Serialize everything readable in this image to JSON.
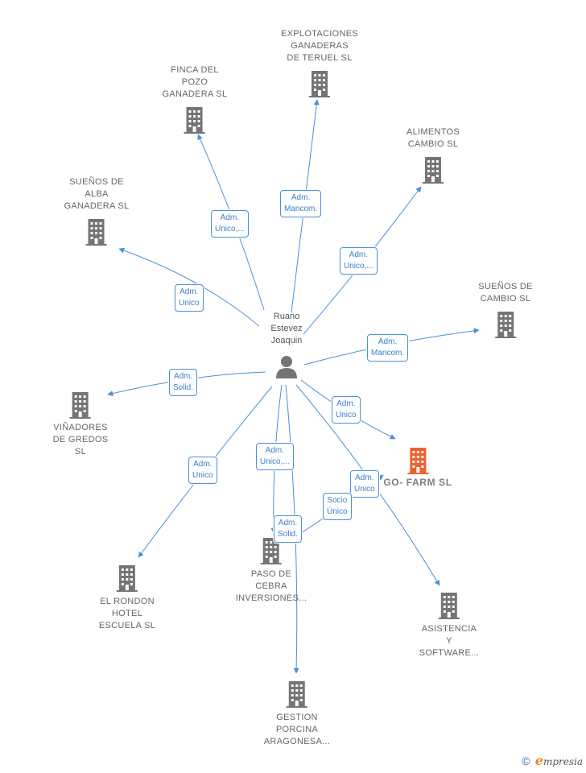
{
  "center": {
    "label": "Ruano\nEstevez\nJoaquin"
  },
  "companies": [
    {
      "id": "explotaciones",
      "label": "EXPLOTACIONES\nGANADERAS\nDE TERUEL  SL",
      "highlight": false
    },
    {
      "id": "finca",
      "label": "FINCA DEL\nPOZO\nGANADERA  SL",
      "highlight": false
    },
    {
      "id": "alimentos",
      "label": "ALIMENTOS\nCAMBIO SL",
      "highlight": false
    },
    {
      "id": "suenos-alba",
      "label": "SUEÑOS DE\nALBA\nGANADERA SL",
      "highlight": false
    },
    {
      "id": "suenos-cambio",
      "label": "SUEÑOS DE\nCAMBIO SL",
      "highlight": false
    },
    {
      "id": "vinadores",
      "label": "VIÑADORES\nDE GREDOS\nSL",
      "highlight": false
    },
    {
      "id": "go-farm",
      "label": "GO- FARM  SL",
      "highlight": true
    },
    {
      "id": "el-rondon",
      "label": "EL RONDON\nHOTEL\nESCUELA  SL",
      "highlight": false
    },
    {
      "id": "paso-cebra",
      "label": "PASO DE\nCEBRA\nINVERSIONES...",
      "highlight": false
    },
    {
      "id": "asistencia",
      "label": "ASISTENCIA\nY\nSOFTWARE...",
      "highlight": false
    },
    {
      "id": "gestion",
      "label": "GESTION\nPORCINA\nARAGONESA...",
      "highlight": false
    }
  ],
  "edges": [
    {
      "id": "e-explotaciones",
      "label": "Adm.\nMancom."
    },
    {
      "id": "e-finca",
      "label": "Adm.\nUnico,..."
    },
    {
      "id": "e-alimentos",
      "label": "Adm.\nUnico,..."
    },
    {
      "id": "e-suenos-alba",
      "label": "Adm.\nUnico"
    },
    {
      "id": "e-suenos-cambio",
      "label": "Adm.\nMancom."
    },
    {
      "id": "e-vinadores",
      "label": "Adm.\nSolid."
    },
    {
      "id": "e-go-farm",
      "label": "Adm.\nUnico"
    },
    {
      "id": "e-el-rondon",
      "label": "Adm.\nUnico"
    },
    {
      "id": "e-paso-cebra",
      "label": "Adm.\nUnico,..."
    },
    {
      "id": "e-gestion",
      "label": "Adm.\nSolid."
    },
    {
      "id": "e-asistencia",
      "label": "Adm.\nUnico"
    },
    {
      "id": "e-paso-socio",
      "label": "Socio\nÚnico"
    }
  ],
  "footer": {
    "copyright": "©",
    "brand_initial": "e",
    "brand_rest": "mpresia"
  },
  "colors": {
    "edge": "#4a90d9",
    "building": "#757575",
    "highlight": "#ef6130",
    "label_text": "#666666"
  }
}
